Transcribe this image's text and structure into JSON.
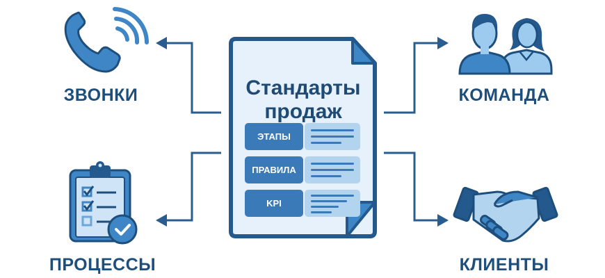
{
  "document": {
    "title_line1": "Стандарты",
    "title_line2": "продаж",
    "rows": [
      {
        "label": "ЭТАПЫ"
      },
      {
        "label": "ПРАВИЛА"
      },
      {
        "label": "KPI"
      }
    ]
  },
  "nodes": {
    "calls": {
      "label": "ЗВОНКИ",
      "icon": "phone-icon"
    },
    "processes": {
      "label": "ПРОЦЕССЫ",
      "icon": "clipboard-checklist-icon"
    },
    "team": {
      "label": "КОМАНДА",
      "icon": "team-icon"
    },
    "clients": {
      "label": "КЛИЕНТЫ",
      "icon": "handshake-icon"
    }
  },
  "colors": {
    "dark_blue": "#1e4e7c",
    "mid_blue": "#3a7ab8",
    "light_blue": "#b3d4ef",
    "doc_bg": "#e6f1fb"
  }
}
